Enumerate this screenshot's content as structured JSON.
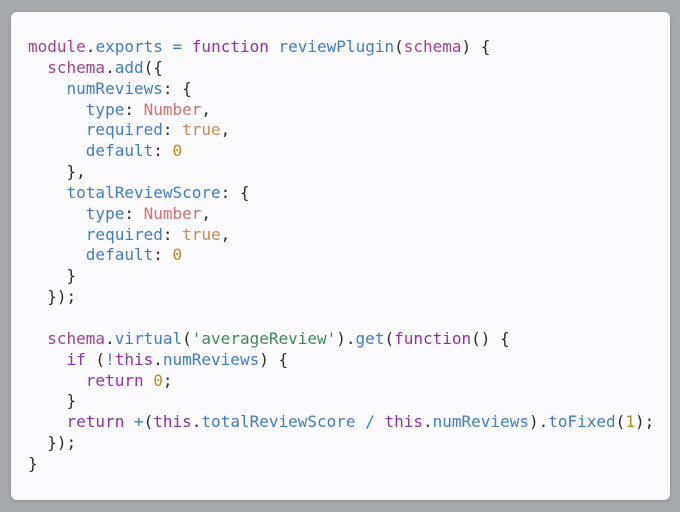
{
  "code": {
    "lines": [
      [
        [
          "module",
          "obj"
        ],
        [
          ".",
          "punc"
        ],
        [
          "exports",
          "prop"
        ],
        [
          " ",
          "punc"
        ],
        [
          "=",
          "op"
        ],
        [
          " ",
          "punc"
        ],
        [
          "function",
          "kw"
        ],
        [
          " ",
          "punc"
        ],
        [
          "reviewPlugin",
          "fn"
        ],
        [
          "(",
          "punc"
        ],
        [
          "schema",
          "obj"
        ],
        [
          ") {",
          "punc"
        ]
      ],
      [
        [
          "  ",
          "punc"
        ],
        [
          "schema",
          "obj"
        ],
        [
          ".",
          "punc"
        ],
        [
          "add",
          "fn"
        ],
        [
          "({",
          "punc"
        ]
      ],
      [
        [
          "    ",
          "punc"
        ],
        [
          "numReviews",
          "prop"
        ],
        [
          ": {",
          "punc"
        ]
      ],
      [
        [
          "      ",
          "punc"
        ],
        [
          "type",
          "prop"
        ],
        [
          ": ",
          "punc"
        ],
        [
          "Number",
          "type"
        ],
        [
          ",",
          "punc"
        ]
      ],
      [
        [
          "      ",
          "punc"
        ],
        [
          "required",
          "prop"
        ],
        [
          ": ",
          "punc"
        ],
        [
          "true",
          "bool"
        ],
        [
          ",",
          "punc"
        ]
      ],
      [
        [
          "      ",
          "punc"
        ],
        [
          "default",
          "prop"
        ],
        [
          ": ",
          "punc"
        ],
        [
          "0",
          "num"
        ]
      ],
      [
        [
          "    },",
          "punc"
        ]
      ],
      [
        [
          "    ",
          "punc"
        ],
        [
          "totalReviewScore",
          "prop"
        ],
        [
          ": {",
          "punc"
        ]
      ],
      [
        [
          "      ",
          "punc"
        ],
        [
          "type",
          "prop"
        ],
        [
          ": ",
          "punc"
        ],
        [
          "Number",
          "type"
        ],
        [
          ",",
          "punc"
        ]
      ],
      [
        [
          "      ",
          "punc"
        ],
        [
          "required",
          "prop"
        ],
        [
          ": ",
          "punc"
        ],
        [
          "true",
          "bool"
        ],
        [
          ",",
          "punc"
        ]
      ],
      [
        [
          "      ",
          "punc"
        ],
        [
          "default",
          "prop"
        ],
        [
          ": ",
          "punc"
        ],
        [
          "0",
          "num"
        ]
      ],
      [
        [
          "    }",
          "punc"
        ]
      ],
      [
        [
          "  });",
          "punc"
        ]
      ],
      [
        [
          "",
          "punc"
        ]
      ],
      [
        [
          "  ",
          "punc"
        ],
        [
          "schema",
          "obj"
        ],
        [
          ".",
          "punc"
        ],
        [
          "virtual",
          "fn"
        ],
        [
          "(",
          "punc"
        ],
        [
          "'averageReview'",
          "str"
        ],
        [
          ").",
          "punc"
        ],
        [
          "get",
          "fn"
        ],
        [
          "(",
          "punc"
        ],
        [
          "function",
          "kw"
        ],
        [
          "() {",
          "punc"
        ]
      ],
      [
        [
          "    ",
          "punc"
        ],
        [
          "if",
          "kw"
        ],
        [
          " (",
          "punc"
        ],
        [
          "!",
          "op"
        ],
        [
          "this",
          "kw"
        ],
        [
          ".",
          "punc"
        ],
        [
          "numReviews",
          "prop"
        ],
        [
          ") {",
          "punc"
        ]
      ],
      [
        [
          "      ",
          "punc"
        ],
        [
          "return",
          "kw"
        ],
        [
          " ",
          "punc"
        ],
        [
          "0",
          "num"
        ],
        [
          ";",
          "punc"
        ]
      ],
      [
        [
          "    }",
          "punc"
        ]
      ],
      [
        [
          "    ",
          "punc"
        ],
        [
          "return",
          "kw"
        ],
        [
          " ",
          "punc"
        ],
        [
          "+",
          "op"
        ],
        [
          "(",
          "punc"
        ],
        [
          "this",
          "kw"
        ],
        [
          ".",
          "punc"
        ],
        [
          "totalReviewScore",
          "prop"
        ],
        [
          " ",
          "punc"
        ],
        [
          "/",
          "op"
        ],
        [
          " ",
          "punc"
        ],
        [
          "this",
          "kw"
        ],
        [
          ".",
          "punc"
        ],
        [
          "numReviews",
          "prop"
        ],
        [
          ").",
          "punc"
        ],
        [
          "toFixed",
          "fn"
        ],
        [
          "(",
          "punc"
        ],
        [
          "1",
          "num"
        ],
        [
          ");",
          "punc"
        ]
      ],
      [
        [
          "  });",
          "punc"
        ]
      ],
      [
        [
          "}",
          "punc"
        ]
      ]
    ]
  }
}
